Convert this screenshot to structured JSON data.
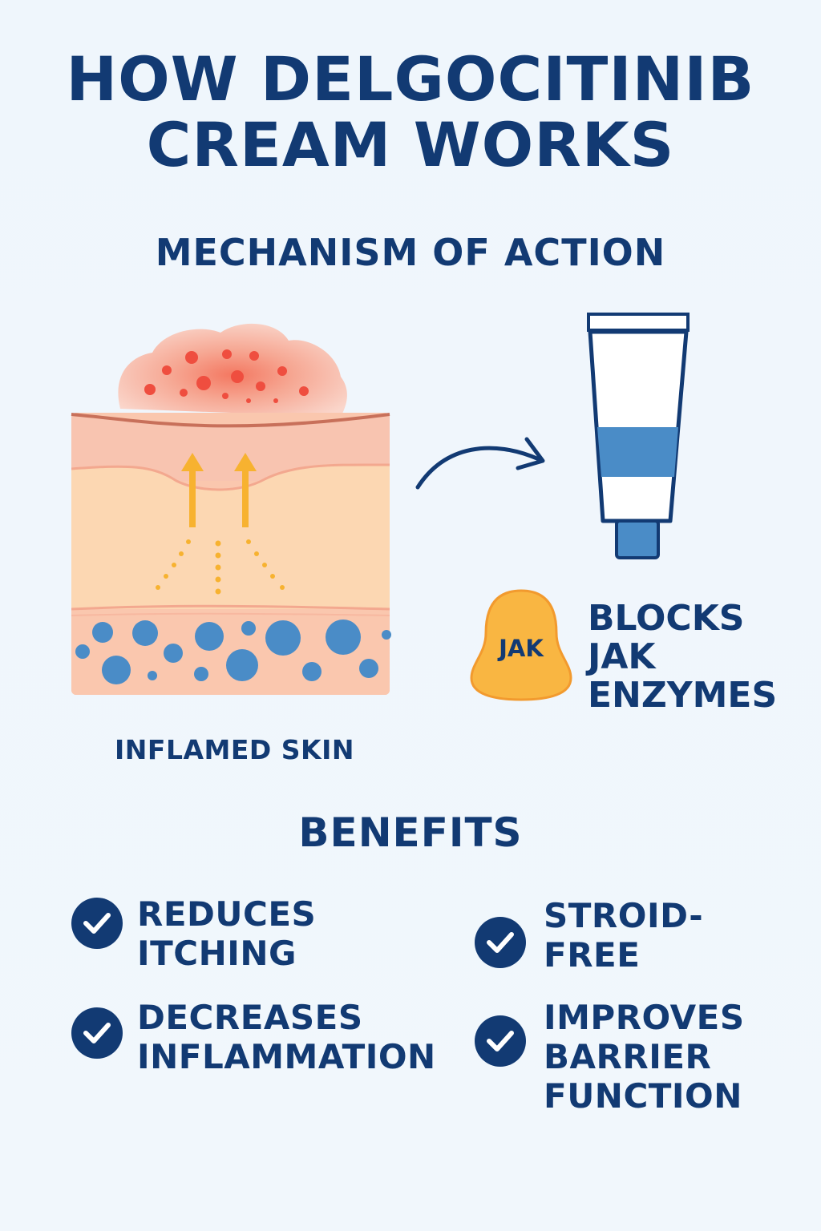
{
  "title": {
    "line1": "HOW DELGOCITINIB",
    "line2": "CREAM WORKS"
  },
  "mechanism": {
    "heading": "MECHANISM OF ACTION",
    "skin_caption": "INFLAMED SKIN",
    "jak_label": "JAK",
    "blocks_lines": [
      "BLOCKS",
      "JAK",
      "ENZYMES"
    ]
  },
  "benefits": {
    "heading": "BENEFITS",
    "items": [
      {
        "lines": [
          "REDUCES",
          "ITCHING"
        ],
        "icon": "check-circle-icon"
      },
      {
        "lines": [
          "STROID-",
          "FREE"
        ],
        "icon": "check-circle-icon"
      },
      {
        "lines": [
          "DECREASES",
          "INFLAMMATION"
        ],
        "icon": "check-circle-icon"
      },
      {
        "lines": [
          "IMPROVES",
          "BARRIER",
          "FUNCTION"
        ],
        "icon": "check-circle-icon"
      }
    ]
  },
  "colors": {
    "navy": "#123A73",
    "tube_blue": "#4A8CC7",
    "jak_orange": "#F9B642",
    "arrow_yellow": "#F7B230",
    "inflammation_red": "#F0584A",
    "skin_top": "#F8C4B0",
    "skin_mid": "#FCD7B2",
    "skin_bottom": "#FAC7AE",
    "cell_blue": "#4A8CC7"
  }
}
